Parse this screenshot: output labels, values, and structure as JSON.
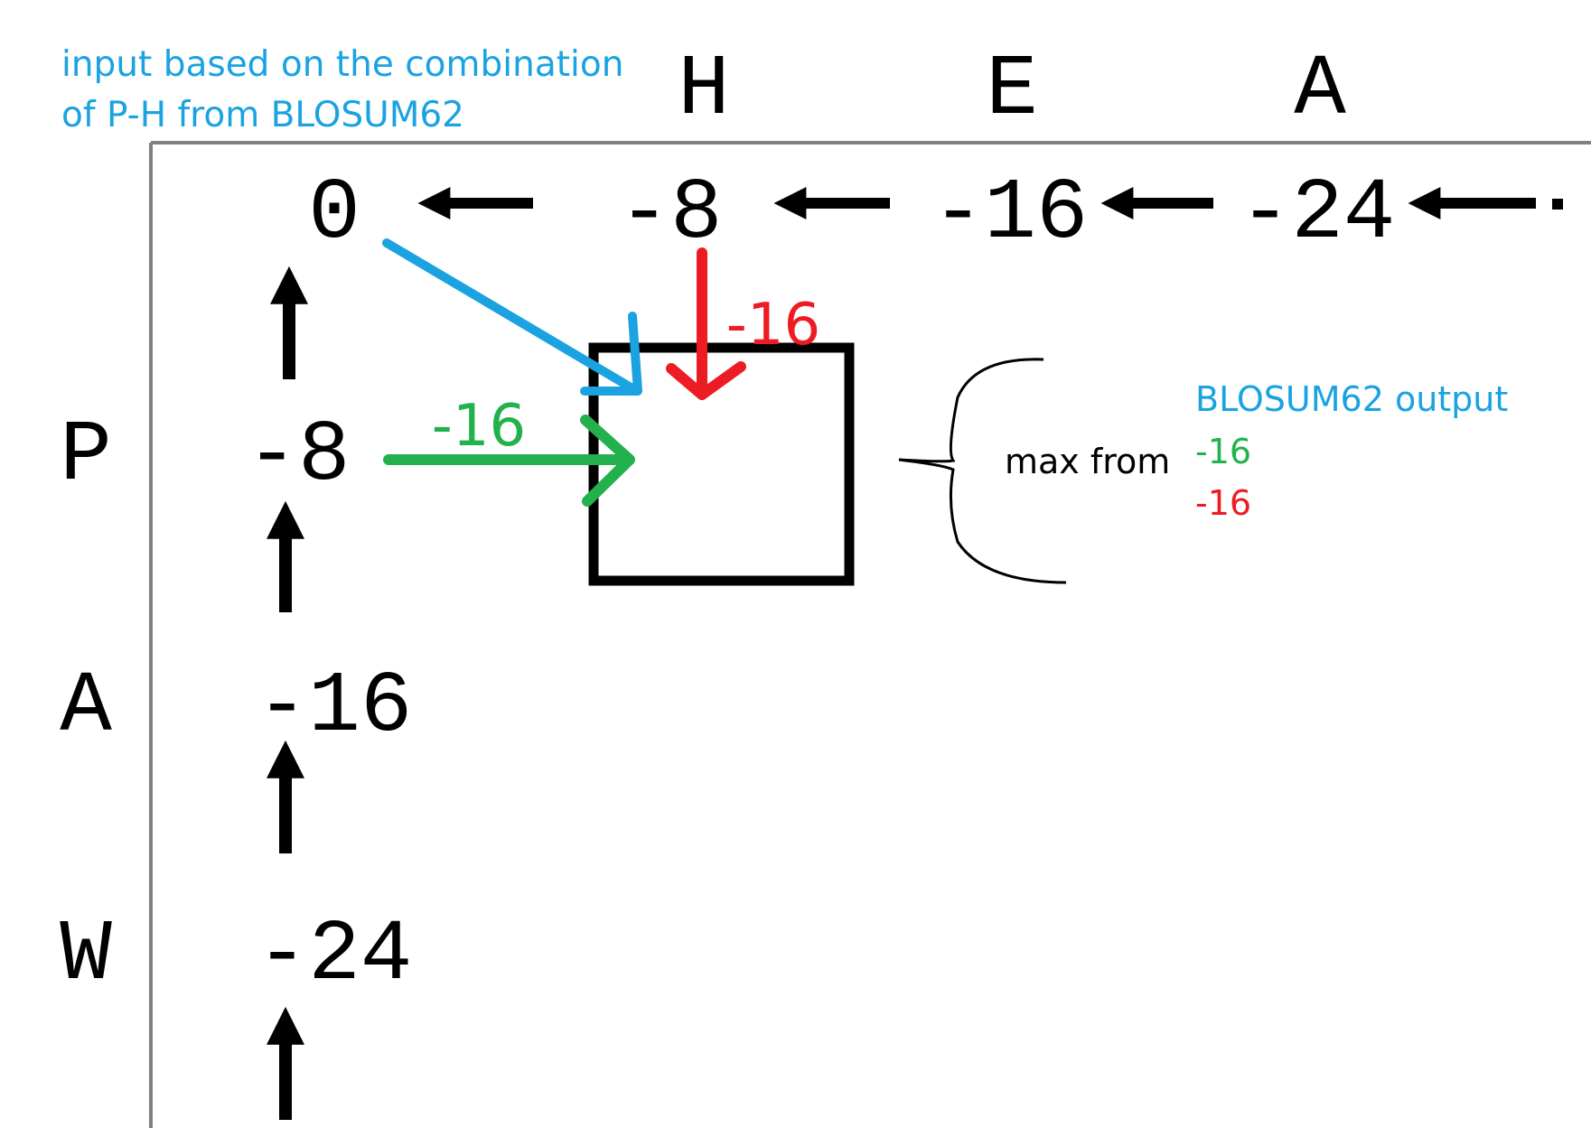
{
  "note": {
    "line1": "input based on the combination",
    "line2": "of P-H from BLOSUM62"
  },
  "columns": [
    "H",
    "E",
    "A"
  ],
  "rows": [
    "P",
    "A",
    "W"
  ],
  "top_row_values": [
    "0",
    "-8",
    "-16",
    "-24"
  ],
  "left_col_values": [
    "-8",
    "-16",
    "-24"
  ],
  "labels": {
    "top_input": "-16",
    "left_input": "-16",
    "max_from": "max from",
    "blosum_output": "BLOSUM62 output",
    "green_value": "-16",
    "red_value": "-16"
  },
  "colors": {
    "blue": "#1aa3e0",
    "green": "#22b14c",
    "red": "#ed1c24",
    "black": "#000000",
    "grid": "#808080"
  }
}
